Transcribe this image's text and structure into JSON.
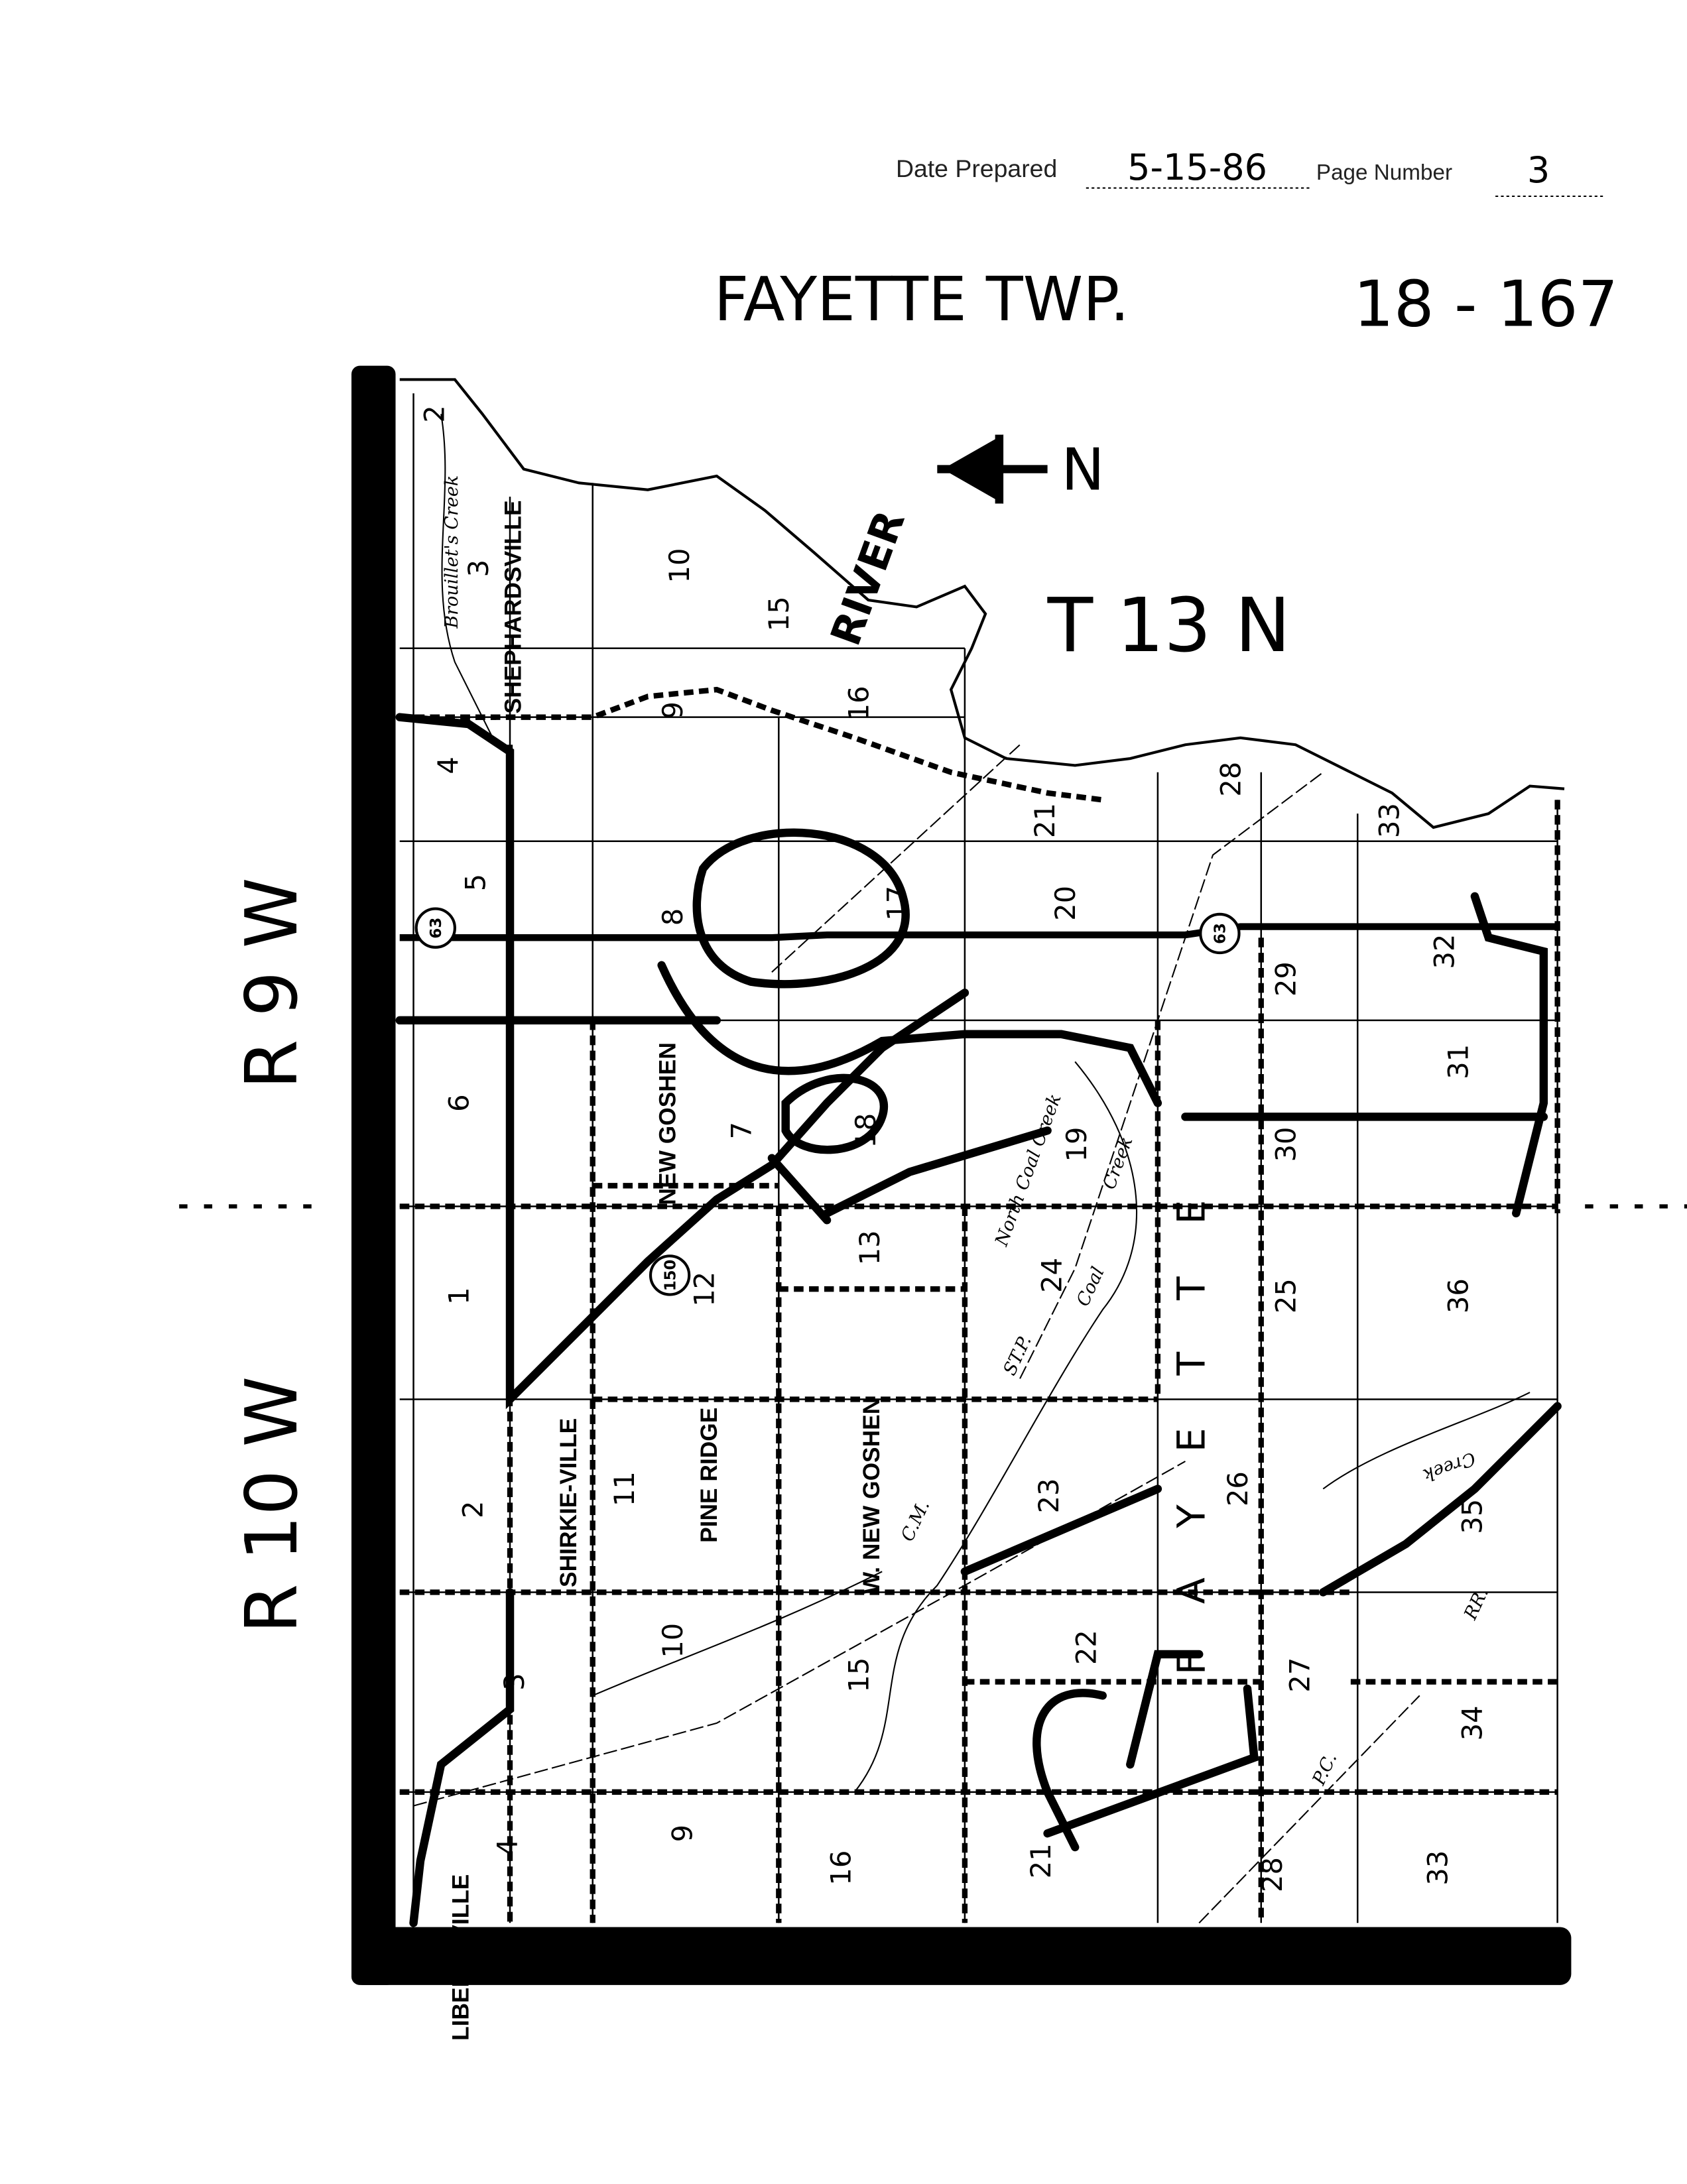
{
  "header": {
    "date_label": "Date Prepared",
    "date_value": "5-15-86",
    "page_label": "Page Number",
    "page_value": "3",
    "title": "FAYETTE TWP.",
    "code": "18 - 167"
  },
  "map": {
    "north_label": "N",
    "township_label": "T 13 N",
    "range_top": "R 9 W",
    "range_bottom": "R 10 W",
    "township_name_on_map": "FAYETTE",
    "river_label": "RIVER",
    "sections": [
      "2",
      "3",
      "10",
      "4",
      "9",
      "16",
      "5",
      "8",
      "17",
      "21",
      "20",
      "28",
      "33",
      "6",
      "7",
      "18",
      "19",
      "29",
      "32",
      "30",
      "31",
      "1",
      "12",
      "13",
      "24",
      "25",
      "36",
      "2",
      "11",
      "23",
      "26",
      "35",
      "3",
      "10",
      "15",
      "22",
      "27",
      "34",
      "4",
      "9",
      "16",
      "21",
      "28",
      "33",
      "15"
    ],
    "places": [
      "SHEPHARDSVILLE",
      "NEW GOSHEN",
      "SHIRKIE-VILLE",
      "PINE RIDGE",
      "W. NEW GOSHEN",
      "LIBERTYVILLE"
    ],
    "streams": [
      "Brouillet's Creek",
      "North Coal Creek",
      "Coal",
      "ST.P.",
      "C.M.",
      "RR.",
      "P.C.",
      "Creek",
      "Creek"
    ],
    "highway_shields": [
      "63",
      "63",
      "150"
    ]
  }
}
